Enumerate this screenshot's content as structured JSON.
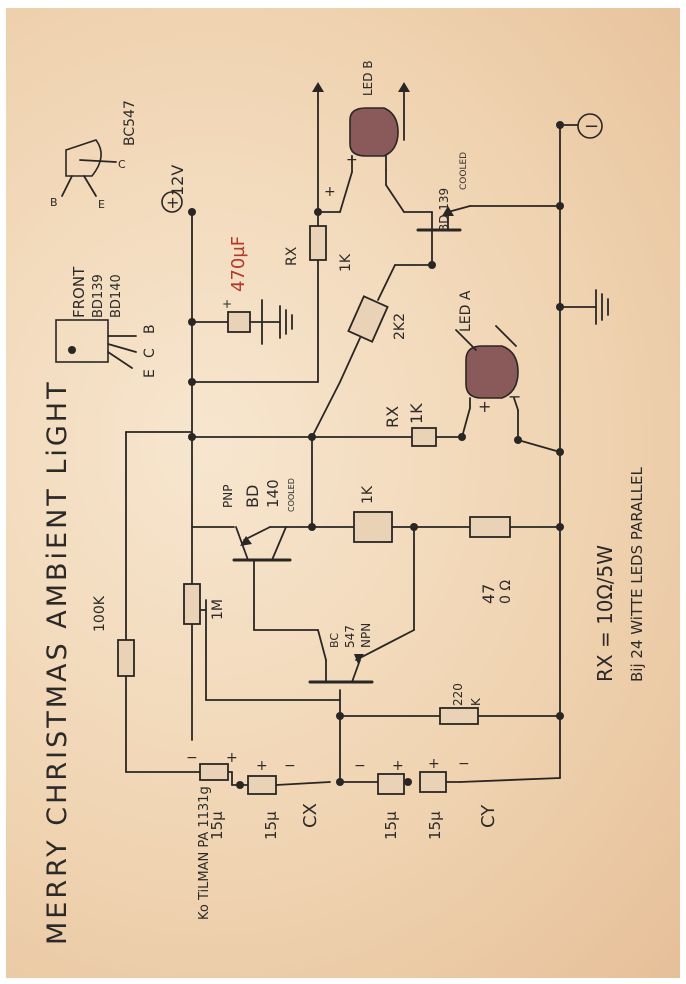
{
  "title": "MERRY CHRISTMAS AMBiENT LiGHT",
  "author": "Ko TiLMAN PA 1131g",
  "notes": {
    "rx": "RX = 10Ω/5W",
    "leds": "Bij 24 WiTTE LEDS PARALLEL"
  },
  "supply": {
    "plus": "+",
    "voltage": "12V",
    "minus": "−"
  },
  "capacitor_main": {
    "value": "470µF",
    "sign": "+"
  },
  "pinout": {
    "front": "FRONT",
    "types": [
      "BD139",
      "BD140"
    ],
    "pins": [
      "E",
      "C",
      "B"
    ],
    "bc547": "BC547",
    "bc_pins": [
      "B",
      "C",
      "E"
    ]
  },
  "transistors": {
    "pnp": {
      "type": "PNP",
      "name": "BD",
      "num": "140",
      "note": "COOLED"
    },
    "npn": {
      "prefix": "BC",
      "num": "547",
      "type": "NPN"
    },
    "bd139": {
      "name": "BD 139",
      "note": "COOLED"
    }
  },
  "resistors": {
    "r100k": "100K",
    "r1m": "1M",
    "r1k_mid": "1K",
    "r470_top": "47",
    "r470_bottom": "0 Ω",
    "r220_top": "220",
    "r220_bottom": "K",
    "rx_a_label": "RX",
    "rx_a_value": "1K",
    "rx_b_label": "RX",
    "rx_b_value": "1K",
    "r2k2": "2K2"
  },
  "leds": {
    "a": "LED A",
    "b": "LED B"
  },
  "caps_x": {
    "values": [
      "15µ",
      "15µ"
    ],
    "name": "CX"
  },
  "caps_y": {
    "values": [
      "15µ",
      "15µ"
    ],
    "name": "CY"
  },
  "signs": {
    "plus": "+",
    "minus": "−"
  }
}
